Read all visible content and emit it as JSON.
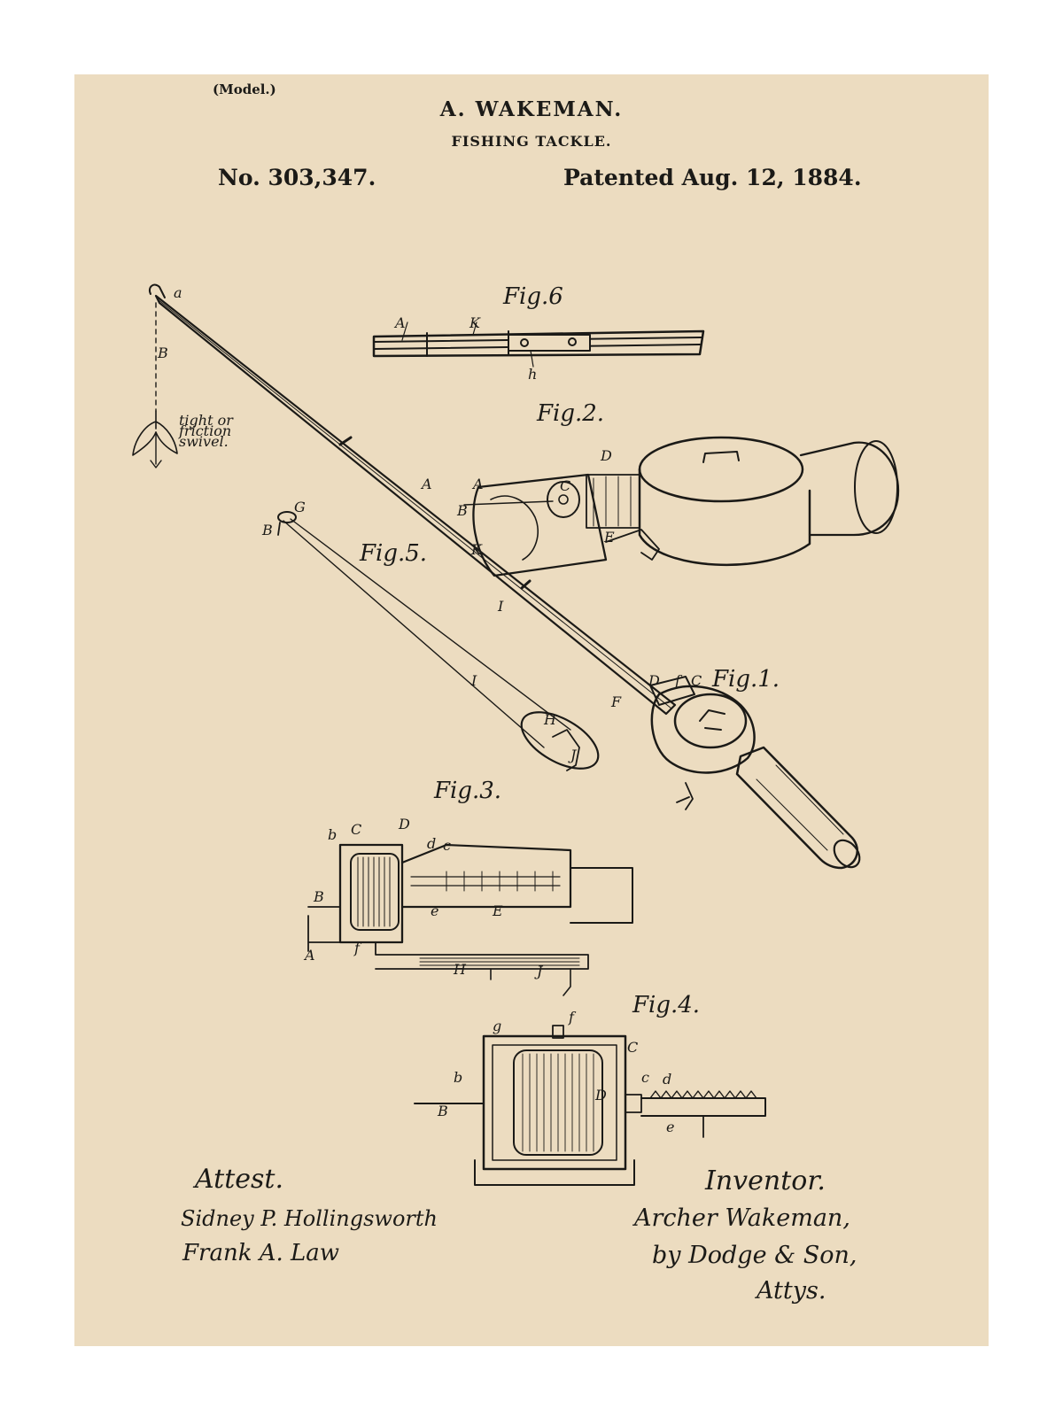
{
  "header": {
    "model": "(Model.)",
    "inventor": "A. WAKEMAN.",
    "title": "FISHING TACKLE.",
    "patent_number": "No. 303,347.",
    "patent_date": "Patented Aug. 12, 1884."
  },
  "figures": {
    "fig1": "Fig.1.",
    "fig2": "Fig.2.",
    "fig3": "Fig.3.",
    "fig4": "Fig.4.",
    "fig5": "Fig.5.",
    "fig6": "Fig.6"
  },
  "annotation": [
    "tight or",
    "friction",
    "swivel."
  ],
  "signatures": {
    "attest_label": "Attest.",
    "witness_1": "Sidney P. Hollingsworth",
    "witness_2": "Frank A. Law",
    "inventor_label": "Inventor.",
    "inventor_name": "Archer Wakeman,",
    "attorney": "by Dodge & Son,",
    "attorney_suffix": "Attys."
  },
  "colors": {
    "paper": "#ecdcc0",
    "ink": "#1b1a17",
    "border": "#ffffff"
  }
}
